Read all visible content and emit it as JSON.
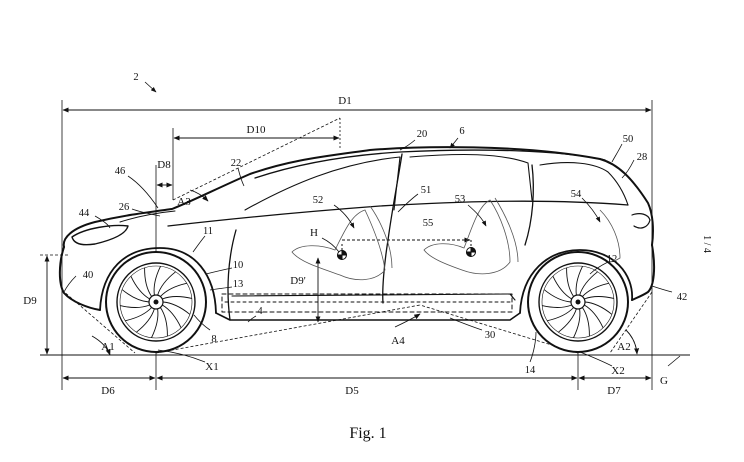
{
  "figure": {
    "caption": "Fig. 1",
    "sheet_number": "1 / 4",
    "figure_ref": "2"
  },
  "dimensions": {
    "D1": "D1",
    "D5": "D5",
    "D6": "D6",
    "D7": "D7",
    "D8": "D8",
    "D9": "D9",
    "D9p": "D9'",
    "D10": "D10"
  },
  "angles": {
    "A1": "A1",
    "A2": "A2",
    "A3": "A3",
    "A4": "A4"
  },
  "points": {
    "X1": "X1",
    "X2": "X2",
    "H": "H",
    "G": "G"
  },
  "refs": {
    "r4": "4",
    "r6": "6",
    "r8": "8",
    "r10": "10",
    "r11": "11",
    "r12": "12",
    "r13": "13",
    "r14": "14",
    "r20": "20",
    "r22": "22",
    "r26": "26",
    "r28": "28",
    "r30": "30",
    "r40": "40",
    "r42": "42",
    "r44": "44",
    "r46": "46",
    "r50": "50",
    "r51": "51",
    "r52": "52",
    "r53": "53",
    "r54": "54",
    "r55": "55"
  }
}
